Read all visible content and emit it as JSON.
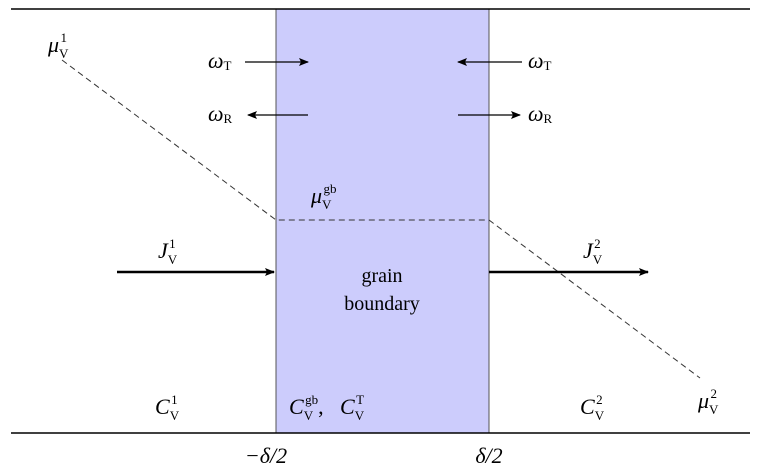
{
  "colors": {
    "grain_boundary_fill": "#ccccfc",
    "line": "#000000"
  },
  "labels": {
    "mu1": {
      "base": "μ",
      "sub": "V",
      "sup": "1"
    },
    "mu2": {
      "base": "μ",
      "sub": "V",
      "sup": "2"
    },
    "mugb": {
      "base": "μ",
      "sub": "V",
      "sup": "gb"
    },
    "omegaT_left": {
      "base": "ω",
      "sub": "T"
    },
    "omegaR_left": {
      "base": "ω",
      "sub": "R"
    },
    "omegaT_right": {
      "base": "ω",
      "sub": "T"
    },
    "omegaR_right": {
      "base": "ω",
      "sub": "R"
    },
    "J1": {
      "base": "J",
      "sub": "V",
      "sup": "1"
    },
    "J2": {
      "base": "J",
      "sub": "V",
      "sup": "2"
    },
    "C1": {
      "base": "C",
      "sub": "V",
      "sup": "1"
    },
    "C2": {
      "base": "C",
      "sub": "V",
      "sup": "2"
    },
    "Cgb": {
      "base": "C",
      "sub": "V",
      "sup": "gb",
      "sep": ","
    },
    "CT": {
      "base": "C",
      "sub": "V",
      "sup": "T"
    },
    "grain_line1": "grain",
    "grain_line2": "boundary",
    "x_left": "−δ/2",
    "x_right": "δ/2"
  }
}
